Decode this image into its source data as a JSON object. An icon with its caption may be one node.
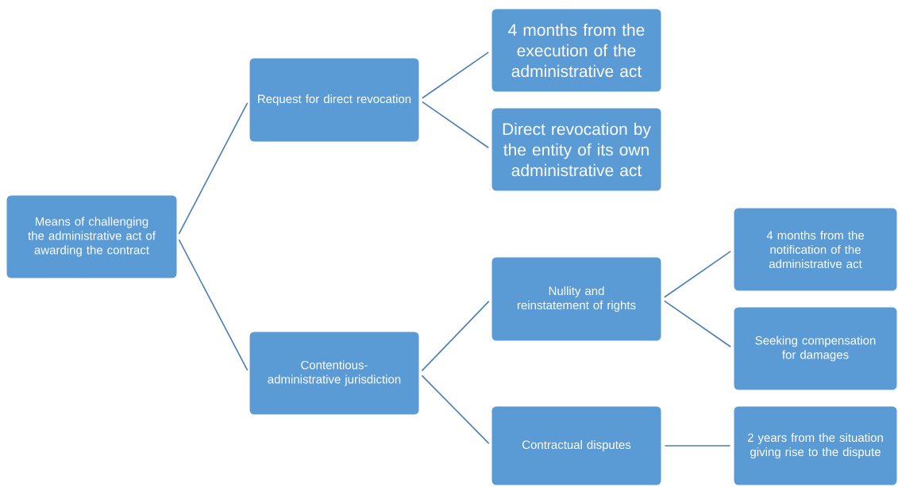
{
  "diagram": {
    "nodes": [
      {
        "text": [
          "Means of challenging the administrative act of awarding the contract"
        ]
      },
      {
        "text": [
          "Request for direct revocation"
        ]
      },
      {
        "text": [
          "Contentious-administrative jurisdiction"
        ]
      },
      {
        "text": [
          "4 months from the execution of the administrative act"
        ]
      },
      {
        "text": [
          "Direct revocation by the entity of its own administrative act"
        ]
      },
      {
        "text": [
          "Nullity and reinstatement of rights"
        ]
      },
      {
        "text": [
          "Contractual disputes"
        ]
      },
      {
        "text": [
          "4 months from the notification of the administrative act"
        ]
      },
      {
        "text": [
          "Seeking compensation for damages"
        ]
      },
      {
        "text": [
          "2 years from the situation giving rise to the dispute"
        ]
      }
    ],
    "edges": [
      {
        "from": 0,
        "to": 1,
        "arrow": "none"
      },
      {
        "from": 0,
        "to": 2,
        "arrow": "none"
      },
      {
        "from": 1,
        "to": 3,
        "arrow": "none"
      },
      {
        "from": 1,
        "to": 4,
        "arrow": "none"
      },
      {
        "from": 2,
        "to": 5,
        "arrow": "none"
      },
      {
        "from": 2,
        "to": 6,
        "arrow": "none"
      },
      {
        "from": 5,
        "to": 7,
        "arrow": "none"
      },
      {
        "from": 5,
        "to": 8,
        "arrow": "none"
      },
      {
        "from": 6,
        "to": 9,
        "arrow": "none"
      }
    ]
  }
}
